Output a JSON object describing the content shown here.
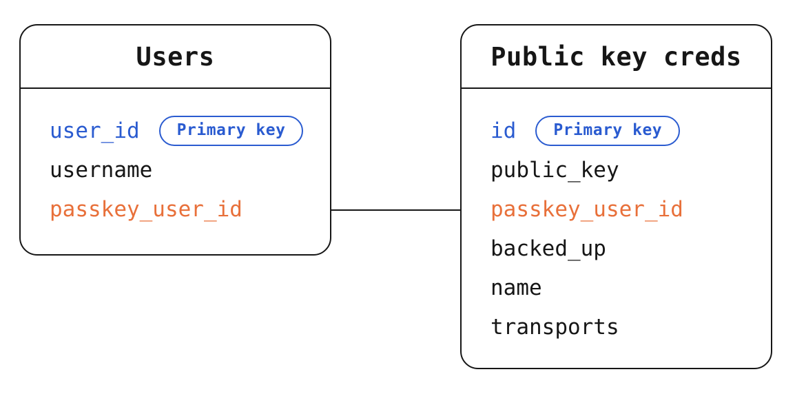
{
  "diagram": {
    "type": "entity-relationship",
    "colors": {
      "text": "#161616",
      "border": "#161616",
      "primary_key_blue": "#2a5bd0",
      "link_field_orange": "#e8703a",
      "background": "#ffffff"
    },
    "entities": [
      {
        "title": "Users",
        "fields": [
          {
            "name": "user_id",
            "badge": "Primary key"
          },
          {
            "name": "username"
          },
          {
            "name": "passkey_user_id"
          }
        ]
      },
      {
        "title": "Public key creds",
        "fields": [
          {
            "name": "id",
            "badge": "Primary key"
          },
          {
            "name": "public_key"
          },
          {
            "name": "passkey_user_id"
          },
          {
            "name": "backed_up"
          },
          {
            "name": "name"
          },
          {
            "name": "transports"
          }
        ]
      }
    ],
    "relationship": {
      "from_entity": "Users",
      "from_field": "passkey_user_id",
      "to_entity": "Public key creds",
      "to_field": "passkey_user_id"
    }
  }
}
